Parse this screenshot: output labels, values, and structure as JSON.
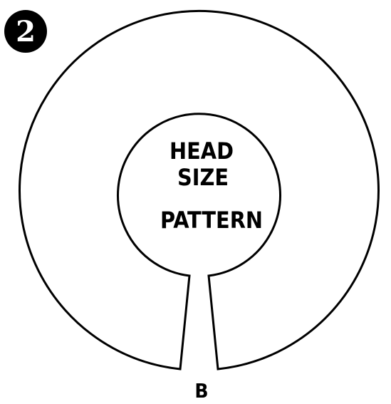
{
  "step_number": "2",
  "pattern_label": {
    "line1": "HEAD",
    "line2": "SIZE",
    "line3": "PATTERN"
  },
  "slit_label": "B",
  "colors": {
    "ink": "#000000",
    "paper": "#ffffff"
  }
}
